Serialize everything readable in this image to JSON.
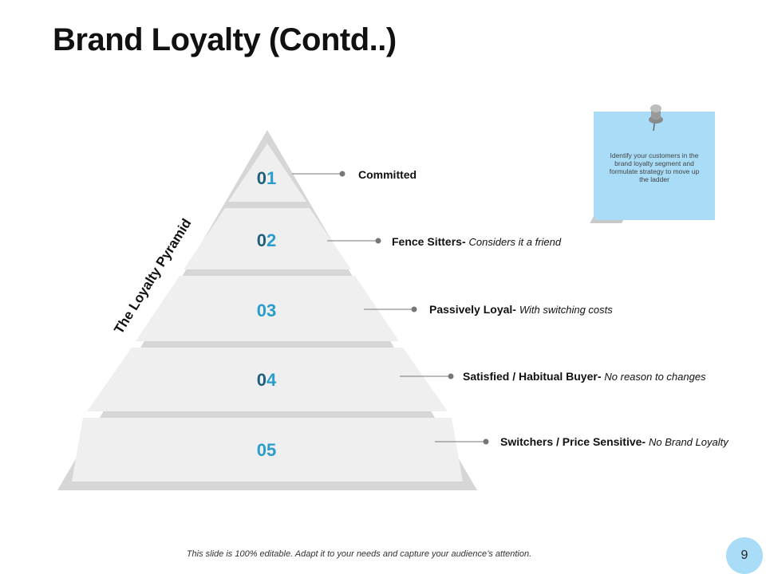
{
  "title": "Brand Loyalty (Contd..)",
  "pyramid": {
    "side_label": "The Loyalty Pyramid",
    "levels": [
      {
        "num_a": "0",
        "num_b": "1",
        "name": "Committed",
        "desc": ""
      },
      {
        "num_a": "0",
        "num_b": "2",
        "name": "Fence Sitters",
        "desc": "Considers it a friend"
      },
      {
        "num_a": "0",
        "num_b": "3",
        "name": "Passively Loyal",
        "desc": "With switching costs"
      },
      {
        "num_a": "0",
        "num_b": "4",
        "name": "Satisfied / Habitual Buyer",
        "desc": "No reason to changes"
      },
      {
        "num_a": "0",
        "num_b": "5",
        "name": "Switchers / Price Sensitive",
        "desc": "No Brand Loyalty"
      }
    ]
  },
  "note": {
    "text": "Identify your customers in the brand loyalty segment and formulate strategy to move up the ladder"
  },
  "footer": "This slide is 100% editable. Adapt it to your needs and capture your audience’s attention.",
  "page_number": "9",
  "colors": {
    "accent": "#2a9dcc",
    "dark_digit": "#1f5f7a",
    "pyramid_fill": "#efefef",
    "pyramid_border": "#d6d6d6",
    "note": "#a9dcf6"
  }
}
